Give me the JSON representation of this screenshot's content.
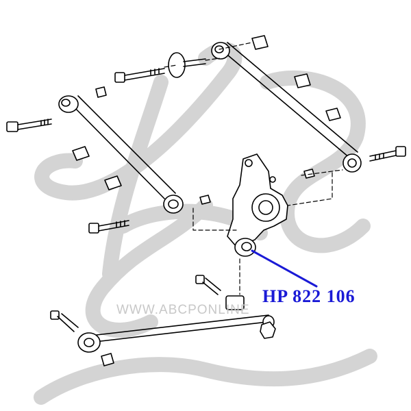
{
  "diagram": {
    "callout": {
      "part_number": "HP 822 106",
      "color": "#1a1ad6"
    },
    "watermark": {
      "text": "WWW.ABCPONLINE",
      "logo": "stylized-swirl-logo",
      "color": "#c8c8c8"
    }
  }
}
